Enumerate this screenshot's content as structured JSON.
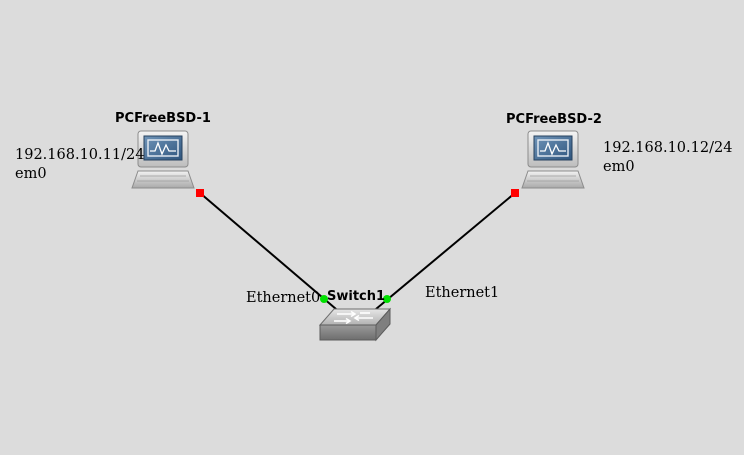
{
  "nodes": {
    "pc1": {
      "label": "PCFreeBSD-1",
      "ip": "192.168.10.11/24",
      "iface": "em0",
      "icon": "computer-icon"
    },
    "pc2": {
      "label": "PCFreeBSD-2",
      "ip": "192.168.10.12/24",
      "iface": "em0",
      "icon": "computer-icon"
    },
    "switch1": {
      "label": "Switch1",
      "icon": "ethernet-switch-icon"
    }
  },
  "links": [
    {
      "from": "pc1",
      "to": "switch1",
      "switch_port": "Ethernet0",
      "from_status": "down",
      "to_status": "up"
    },
    {
      "from": "pc2",
      "to": "switch1",
      "switch_port": "Ethernet1",
      "from_status": "down",
      "to_status": "up"
    }
  ],
  "colors": {
    "background": "#dcdcdc",
    "link": "#000000",
    "port_down": "#ff0000",
    "port_up": "#00e000"
  }
}
